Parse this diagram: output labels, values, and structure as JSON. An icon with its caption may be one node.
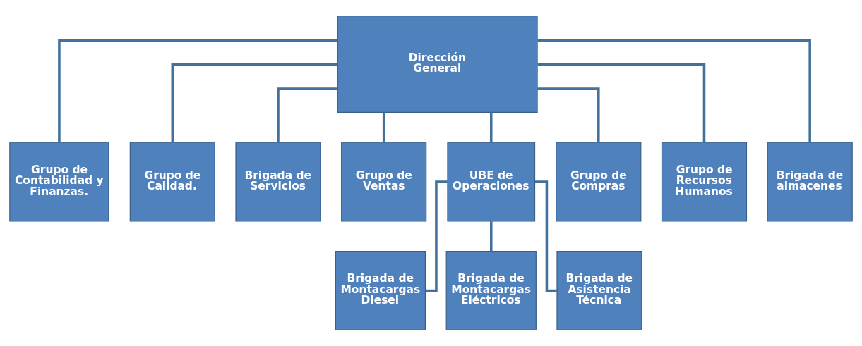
{
  "diagram": {
    "nodes": [
      {
        "text": [
          "Dirección General"
        ]
      },
      {
        "text": [
          "Grupo de Contabilidad y Finanzas."
        ]
      },
      {
        "text": [
          "Grupo de Calidad."
        ]
      },
      {
        "text": [
          "Brigada de Servicios"
        ]
      },
      {
        "text": [
          "Grupo de Ventas"
        ]
      },
      {
        "text": [
          "UBE de Operaciones"
        ]
      },
      {
        "text": [
          "Grupo de Compras"
        ]
      },
      {
        "text": [
          "Grupo de Recursos Humanos"
        ]
      },
      {
        "text": [
          "Brigada de almacenes"
        ]
      },
      {
        "text": [
          "Brigada de Montacargas Diesel"
        ]
      },
      {
        "text": [
          "Brigada de Montacargas Eléctricos"
        ]
      },
      {
        "text": [
          "Brigada de Asistencia Técnica"
        ]
      }
    ],
    "edges": [
      {
        "from": 0,
        "to": 1,
        "arrow": "none"
      },
      {
        "from": 0,
        "to": 2,
        "arrow": "none"
      },
      {
        "from": 0,
        "to": 3,
        "arrow": "none"
      },
      {
        "from": 0,
        "to": 4,
        "arrow": "none"
      },
      {
        "from": 0,
        "to": 5,
        "arrow": "none"
      },
      {
        "from": 0,
        "to": 6,
        "arrow": "none"
      },
      {
        "from": 0,
        "to": 7,
        "arrow": "none"
      },
      {
        "from": 0,
        "to": 8,
        "arrow": "none"
      },
      {
        "from": 5,
        "to": 9,
        "arrow": "none"
      },
      {
        "from": 5,
        "to": 10,
        "arrow": "none"
      },
      {
        "from": 5,
        "to": 11,
        "arrow": "none"
      }
    ]
  }
}
